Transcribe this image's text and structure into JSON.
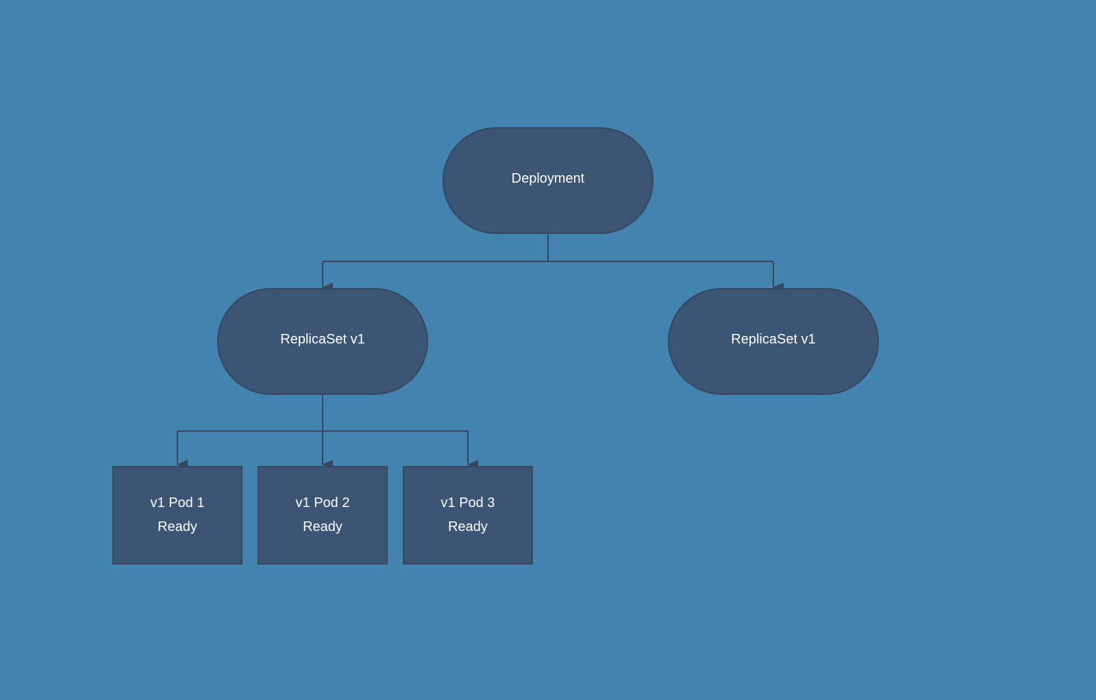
{
  "diagram": {
    "deployment": {
      "label": "Deployment"
    },
    "replicasets": [
      {
        "label": "ReplicaSet v1"
      },
      {
        "label": "ReplicaSet v1"
      }
    ],
    "pods": [
      {
        "name": "v1 Pod 1",
        "status": "Ready"
      },
      {
        "name": "v1 Pod 2",
        "status": "Ready"
      },
      {
        "name": "v1 Pod 3",
        "status": "Ready"
      }
    ],
    "colors": {
      "background": "#4383af",
      "node_fill": "#3c5575",
      "node_border": "#36465c",
      "connector": "#36465c",
      "text": "#ffffff"
    }
  }
}
